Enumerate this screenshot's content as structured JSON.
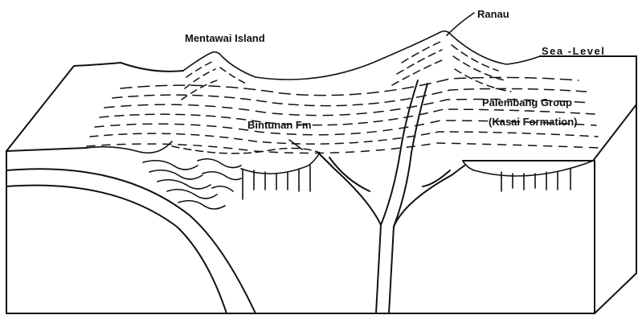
{
  "labels": {
    "mentawai": "Mentawai Island",
    "ranau": "Ranau",
    "sea_level": "Sea -Level",
    "palembang_line1": "Palembang Group",
    "palembang_line2": "(Kasai Formation)",
    "bintunan": "Bintunan Fm"
  }
}
